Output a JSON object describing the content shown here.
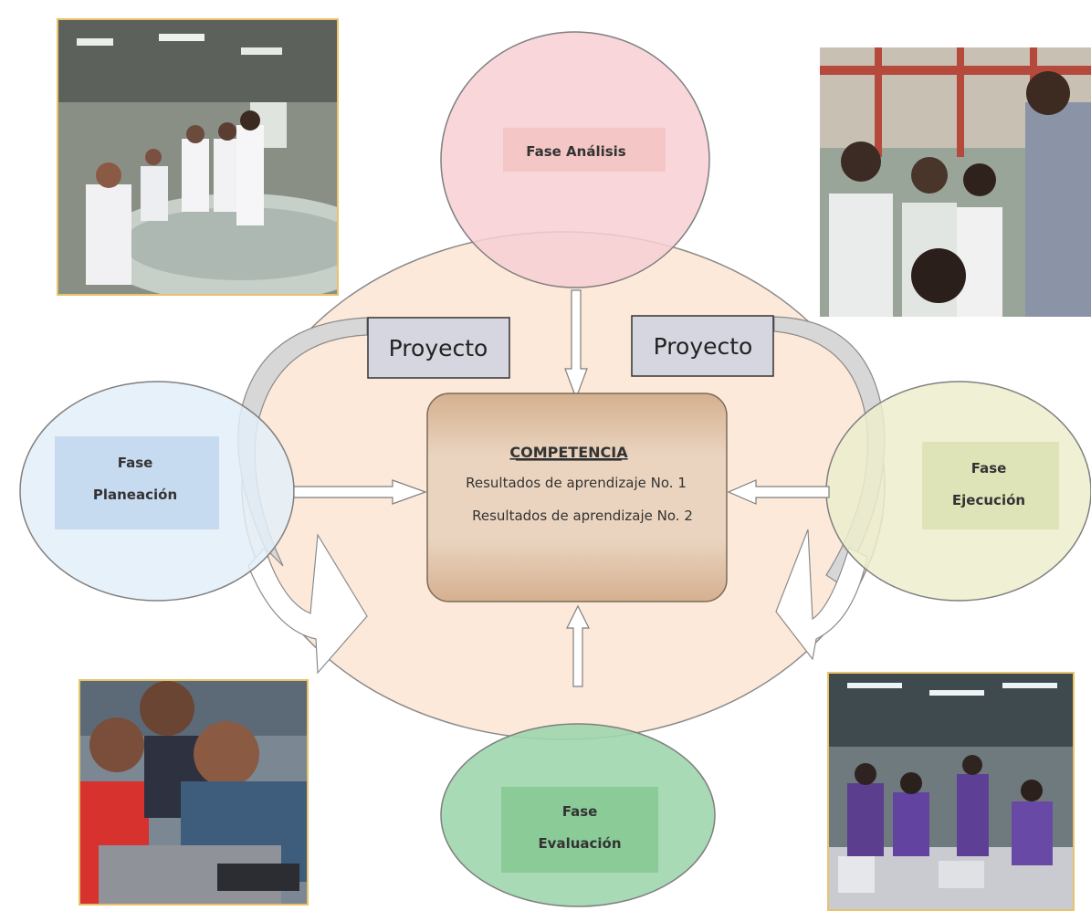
{
  "phases": {
    "analisis": "Fase Análisis",
    "planeacion_line1": "Fase",
    "planeacion_line2": "Planeación",
    "ejecucion_line1": "Fase",
    "ejecucion_line2": "Ejecución",
    "evaluacion_line1": "Fase",
    "evaluacion_line2": "Evaluación"
  },
  "project_left": "Proyecto",
  "project_right": "Proyecto",
  "center": {
    "title": "COMPETENCIA",
    "result1": "Resultados de aprendizaje No. 1",
    "result2": "Resultados de aprendizaje No. 2"
  },
  "colors": {
    "big_circle": "#fde9d9",
    "center_box": "#dfc0a2",
    "analisis": "#f7cfd4",
    "planeacion": "#e3eef8",
    "ejecucion": "#ecedcd",
    "evaluacion": "#9fd6ad",
    "project_box": "#d6d6e0"
  }
}
